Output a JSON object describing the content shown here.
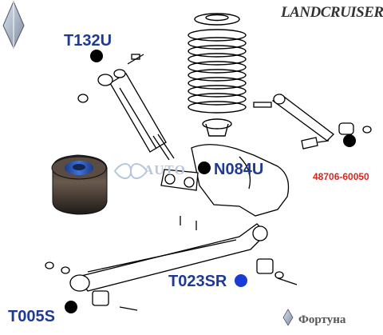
{
  "brand": {
    "logo_text": "LANDCRUISER"
  },
  "watermark": "AUTO",
  "callouts": {
    "t132u": "T132U",
    "n084u": "N084U",
    "part_number": "48706-60050",
    "t023sr": "T023SR",
    "t005s": "T005S"
  },
  "footer": {
    "company": "Фортуна"
  },
  "colors": {
    "label_blue": "#1f3a93",
    "part_red": "#d6261e",
    "marker_black": "#000000",
    "marker_blue": "#1a3bd6",
    "bushing_rubber": "#3a3a3a",
    "bushing_sleeve": "#2a56b8"
  }
}
